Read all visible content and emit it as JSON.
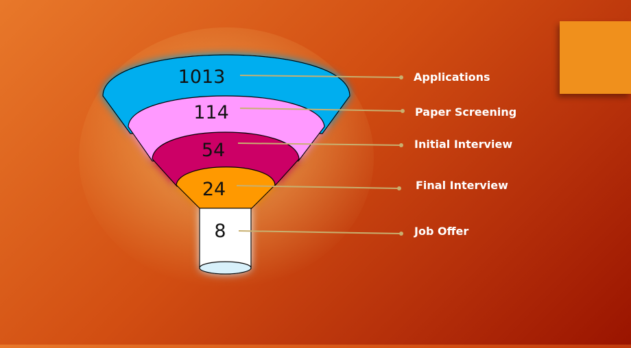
{
  "funnel": {
    "stages": [
      {
        "value": "1013",
        "label": "Applications",
        "color": "#00aeef"
      },
      {
        "value": "114",
        "label": "Paper Screening",
        "color": "#ff99ff"
      },
      {
        "value": "54",
        "label": "Initial Interview",
        "color": "#cc0066"
      },
      {
        "value": "24",
        "label": "Final Interview",
        "color": "#ff9900"
      },
      {
        "value": "8",
        "label": "Job Offer",
        "color": "#ffffff"
      }
    ]
  },
  "colors": {
    "accent_box": "#f0901c",
    "leader_line": "#c8b070",
    "label_text": "#ffffff",
    "value_text": "#111111"
  }
}
